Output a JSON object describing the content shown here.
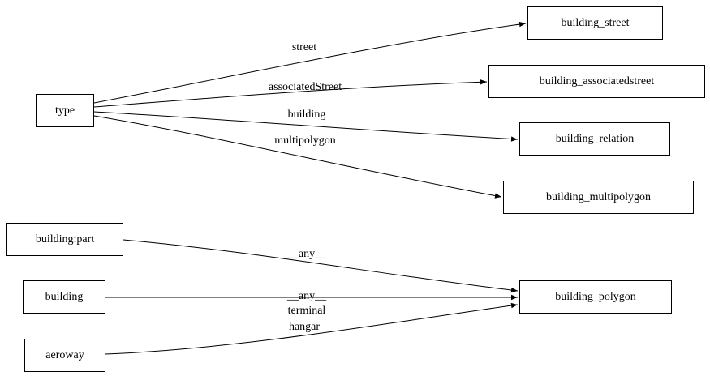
{
  "diagram": {
    "kind": "directed-graph",
    "background_color": "#ffffff",
    "stroke_color": "#000000",
    "nodes": [
      {
        "id": "type",
        "label": "type"
      },
      {
        "id": "building_street",
        "label": "building_street"
      },
      {
        "id": "building_associatedstreet",
        "label": "building_associatedstreet"
      },
      {
        "id": "building_relation",
        "label": "building_relation"
      },
      {
        "id": "building_multipolygon",
        "label": "building_multipolygon"
      },
      {
        "id": "building:part",
        "label": "building:part"
      },
      {
        "id": "building",
        "label": "building"
      },
      {
        "id": "aeroway",
        "label": "aeroway"
      },
      {
        "id": "building_polygon",
        "label": "building_polygon"
      }
    ],
    "edges": [
      {
        "from": "type",
        "to": "building_street",
        "label": "street"
      },
      {
        "from": "type",
        "to": "building_associatedstreet",
        "label": "associatedStreet"
      },
      {
        "from": "type",
        "to": "building_relation",
        "label": "building"
      },
      {
        "from": "type",
        "to": "building_multipolygon",
        "label": "multipolygon"
      },
      {
        "from": "building:part",
        "to": "building_polygon",
        "label": "__any__"
      },
      {
        "from": "building",
        "to": "building_polygon",
        "label": "__any__"
      },
      {
        "from": "aeroway",
        "to": "building_polygon",
        "label": "terminal"
      },
      {
        "from": "aeroway",
        "to": "building_polygon",
        "label": "hangar"
      }
    ]
  }
}
